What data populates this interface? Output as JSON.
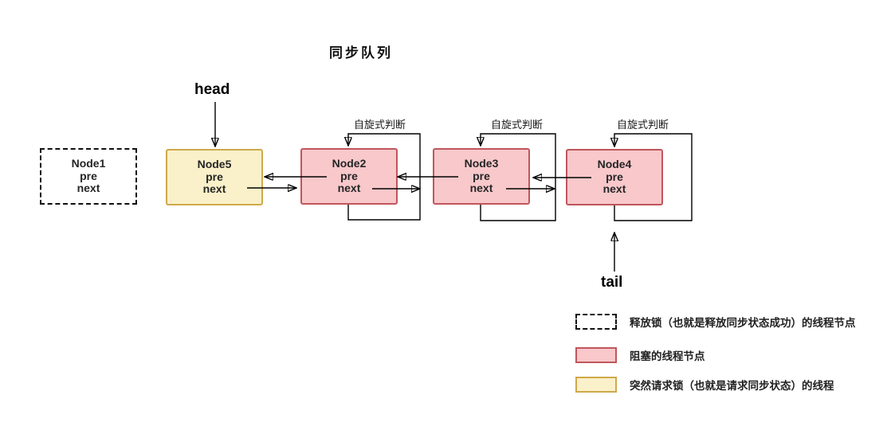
{
  "title": "同步队列",
  "pointers": {
    "head": "head",
    "tail": "tail"
  },
  "labels": {
    "spin": "自旋式判断"
  },
  "nodes": [
    {
      "id": "node1",
      "label": "Node1",
      "pre": "pre",
      "next": "next",
      "type": "released"
    },
    {
      "id": "node5",
      "label": "Node5",
      "pre": "pre",
      "next": "next",
      "type": "requesting"
    },
    {
      "id": "node2",
      "label": "Node2",
      "pre": "pre",
      "next": "next",
      "type": "blocked"
    },
    {
      "id": "node3",
      "label": "Node3",
      "pre": "pre",
      "next": "next",
      "type": "blocked"
    },
    {
      "id": "node4",
      "label": "Node4",
      "pre": "pre",
      "next": "next",
      "type": "blocked"
    }
  ],
  "legend": [
    {
      "swatch": "released",
      "text": "释放锁（也就是释放同步状态成功）的线程节点"
    },
    {
      "swatch": "blocked",
      "text": "阻塞的线程节点"
    },
    {
      "swatch": "requesting",
      "text": "突然请求锁（也就是请求同步状态）的线程"
    }
  ],
  "colors": {
    "blocked_fill": "#f8c8cb",
    "blocked_border": "#c0565c",
    "requesting_fill": "#faf0c9",
    "requesting_border": "#cfa94b",
    "released_border": "#111111",
    "line": "#000000"
  }
}
